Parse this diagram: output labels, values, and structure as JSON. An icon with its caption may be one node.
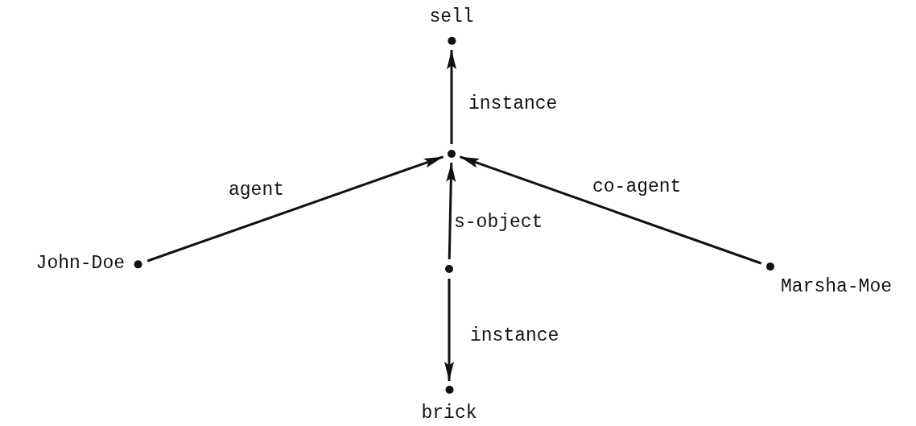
{
  "diagram": {
    "nodes": [
      {
        "text": [
          "sell"
        ]
      },
      {
        "text": [],
        "shape": "circle"
      },
      {
        "text": [
          "John-Doe"
        ]
      },
      {
        "text": [],
        "shape": "circle"
      },
      {
        "text": [
          "Marsha-Moe"
        ]
      },
      {
        "text": [
          "brick"
        ]
      }
    ],
    "edges": [
      {
        "from": 1,
        "to": 0,
        "arrow": "to",
        "label": "instance"
      },
      {
        "from": 2,
        "to": 1,
        "arrow": "to",
        "label": "agent"
      },
      {
        "from": 3,
        "to": 1,
        "arrow": "to",
        "label": "s-object"
      },
      {
        "from": 4,
        "to": 1,
        "arrow": "to",
        "label": "co-agent"
      },
      {
        "from": 3,
        "to": 5,
        "arrow": "to",
        "label": "instance"
      }
    ]
  }
}
